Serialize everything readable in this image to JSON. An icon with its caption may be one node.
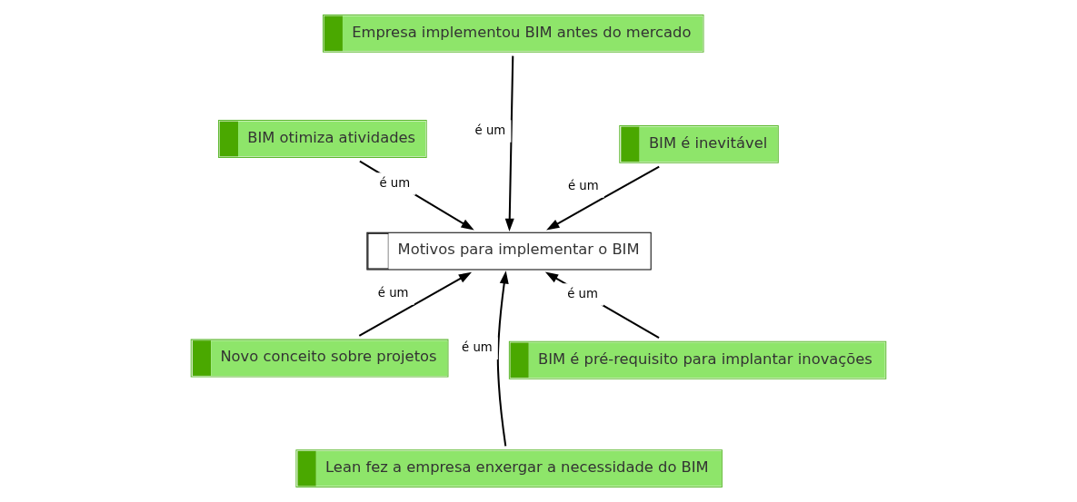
{
  "diagram": {
    "nodes": [
      {
        "text": [
          "Motivos para implementar o BIM"
        ]
      },
      {
        "text": [
          "BIM é pré-requisito para implantar inovações"
        ]
      },
      {
        "text": [
          "Lean fez a empresa enxergar a necessidade do BIM"
        ]
      },
      {
        "text": [
          "BIM otimiza atividades"
        ]
      },
      {
        "text": [
          "BIM é inevitável"
        ]
      },
      {
        "text": [
          "Empresa implementou BIM antes do mercado"
        ]
      },
      {
        "text": [
          "Novo conceito sobre projetos"
        ]
      }
    ],
    "edges": [
      {
        "from": 1,
        "to": 0,
        "arrow": "to",
        "label": "é um"
      },
      {
        "from": 2,
        "to": 0,
        "arrow": "to",
        "label": "é um"
      },
      {
        "from": 3,
        "to": 0,
        "arrow": "to",
        "label": "é um"
      },
      {
        "from": 4,
        "to": 0,
        "arrow": "to",
        "label": "é um"
      },
      {
        "from": 5,
        "to": 0,
        "arrow": "to",
        "label": "é um"
      },
      {
        "from": 6,
        "to": 0,
        "arrow": "to",
        "label": "é um"
      }
    ]
  }
}
